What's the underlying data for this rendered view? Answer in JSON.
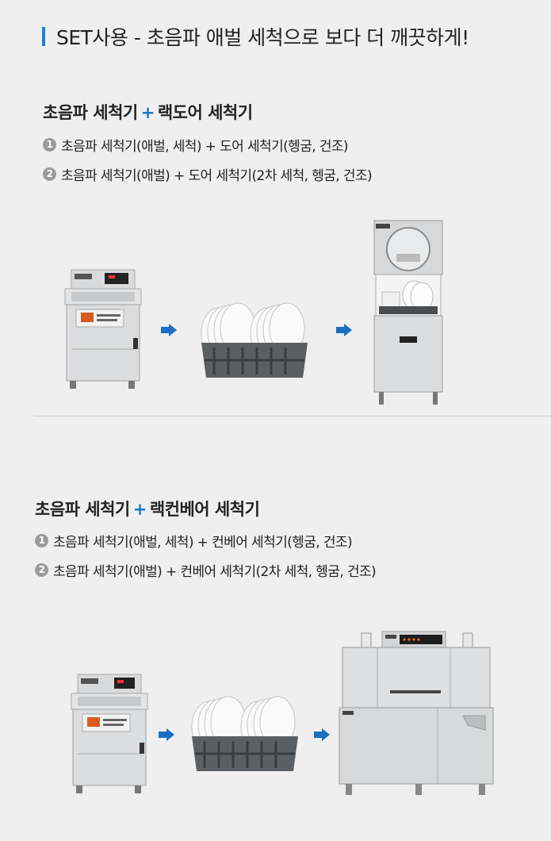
{
  "header": {
    "title": "SET사용 - 초음파 애벌 세척으로 보다 더 깨끗하게!"
  },
  "sections": [
    {
      "title_a": "초음파 세척기",
      "plus": "+",
      "title_b": "랙도어 세척기",
      "items": [
        {
          "num": "1",
          "text": "초음파 세척기(애벌, 세척) + 도어 세척기(헹굼, 건조)"
        },
        {
          "num": "2",
          "text": "초음파 세척기(애벌) + 도어 세척기(2차 세척, 헹굼, 건조)"
        }
      ]
    },
    {
      "title_a": "초음파 세척기",
      "plus": "+",
      "title_b": "랙컨베어 세척기",
      "items": [
        {
          "num": "1",
          "text": "초음파 세척기(애벌, 세척) + 컨베어 세척기(헹굼, 건조)"
        },
        {
          "num": "2",
          "text": "초음파 세척기(애벌) + 컨베어 세척기(2차 세척, 헹굼, 건조)"
        }
      ]
    }
  ],
  "colors": {
    "accent": "#1a84d8",
    "arrow": "#1a6fc4",
    "text": "#222222",
    "background": "#efefef"
  },
  "icons": [
    "ultrasonic-washer-image",
    "dish-rack-image",
    "door-dishwasher-image",
    "conveyor-dishwasher-image",
    "arrow-right-icon"
  ]
}
